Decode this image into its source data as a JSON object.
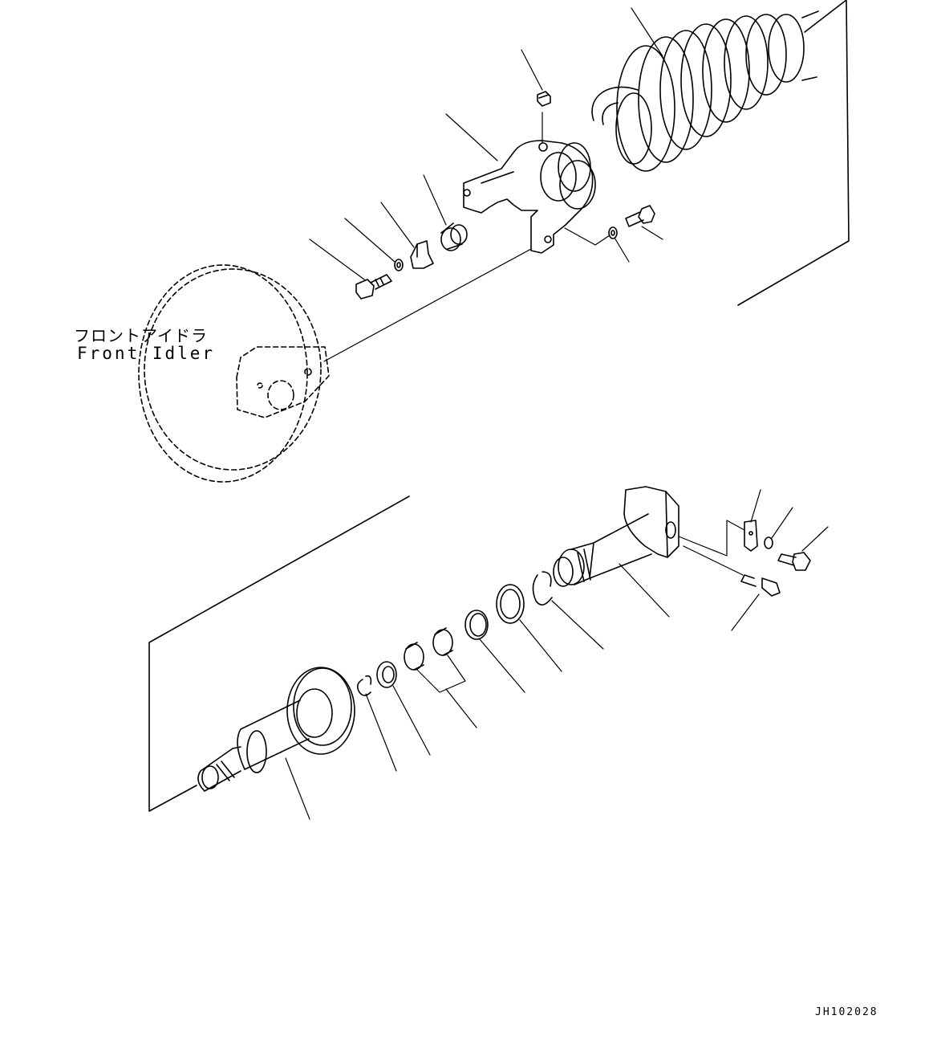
{
  "labels": {
    "front_idler_jp": "フロントアイドラ",
    "front_idler_en": "Front Idler"
  },
  "drawing_code": "JH102028",
  "colors": {
    "line": "#000000",
    "background": "#ffffff"
  }
}
